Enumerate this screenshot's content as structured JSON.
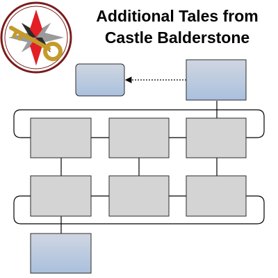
{
  "title": {
    "line1": "Additional Tales from",
    "line2": "Castle Balderstone"
  },
  "colors": {
    "box_fill": "#d4d4d4",
    "box_stroke": "#2a2a2a",
    "gradient_top": "#cfd6e0",
    "gradient_bottom": "#aac0de",
    "logo_red": "#e31e24",
    "logo_dark": "#2b2b2b",
    "logo_grey": "#9a9a9a",
    "logo_ring": "#7a1c1c",
    "key_gold": "#c49a2a"
  },
  "logo": {
    "name": "compass-star-with-key"
  }
}
